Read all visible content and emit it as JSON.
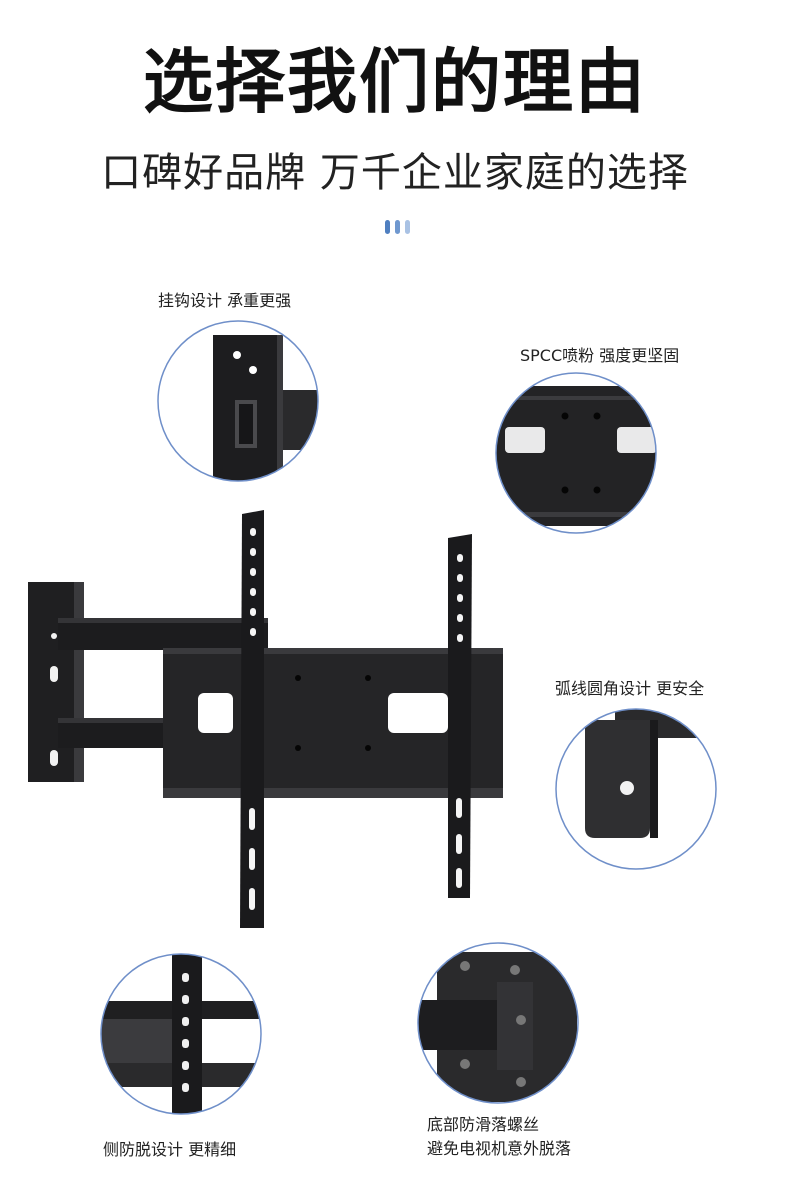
{
  "header": {
    "title": "选择我们的理由",
    "subtitle": "口碑好品牌 万千企业家庭的选择"
  },
  "colors": {
    "accent_dots": [
      "#4f7fc0",
      "#6f98cf",
      "#a9c2e4"
    ],
    "circle_border": "#6f8fc9",
    "metal": "#1c1c1e"
  },
  "features": [
    {
      "lines": [
        "挂钩设计 承重更强"
      ]
    },
    {
      "lines": [
        "SPCC喷粉 强度更坚固"
      ]
    },
    {
      "lines": [
        "弧线圆角设计 更安全"
      ]
    },
    {
      "lines": [
        "侧防脱设计 更精细"
      ]
    },
    {
      "lines": [
        "底部防滑落螺丝",
        "避免电视机意外脱落"
      ]
    }
  ]
}
